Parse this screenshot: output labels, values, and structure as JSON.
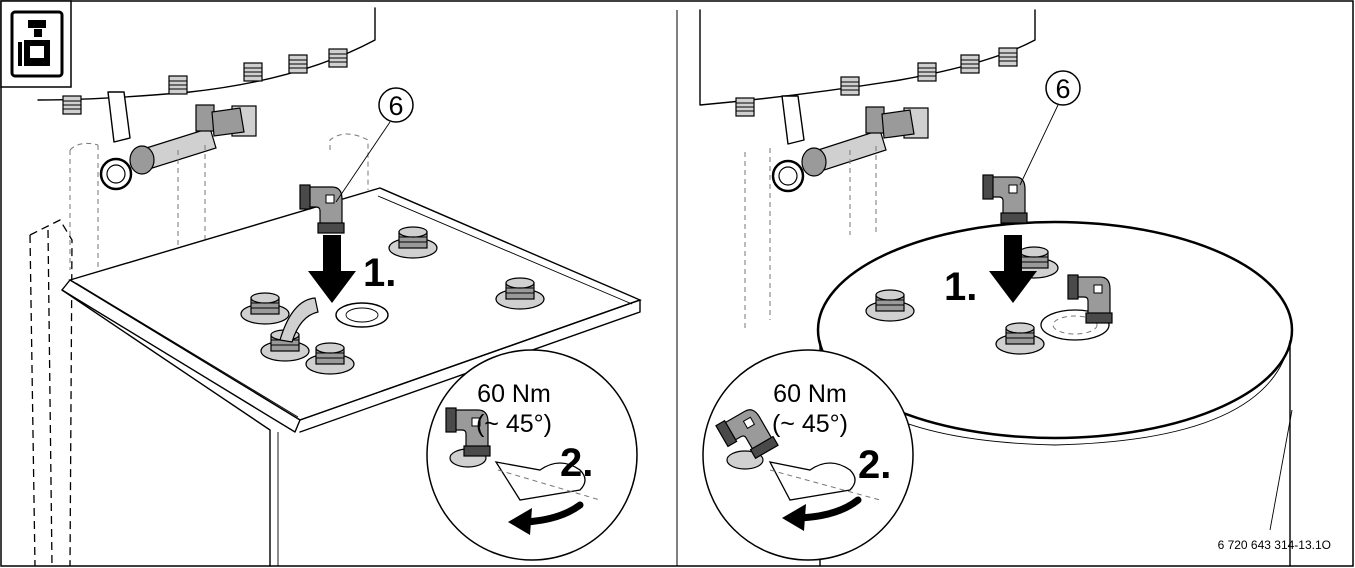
{
  "icons": {
    "service": "service-technician-icon"
  },
  "panels": [
    {
      "id": "left",
      "callout": "6",
      "step1": "1.",
      "step2": "2.",
      "torque": "60 Nm",
      "angle": "(~ 45°)"
    },
    {
      "id": "right",
      "callout": "6",
      "step1": "1.",
      "step2": "2.",
      "torque": "60 Nm",
      "angle": "(~ 45°)"
    }
  ],
  "figure_code": "6 720 643 314-13.1O"
}
